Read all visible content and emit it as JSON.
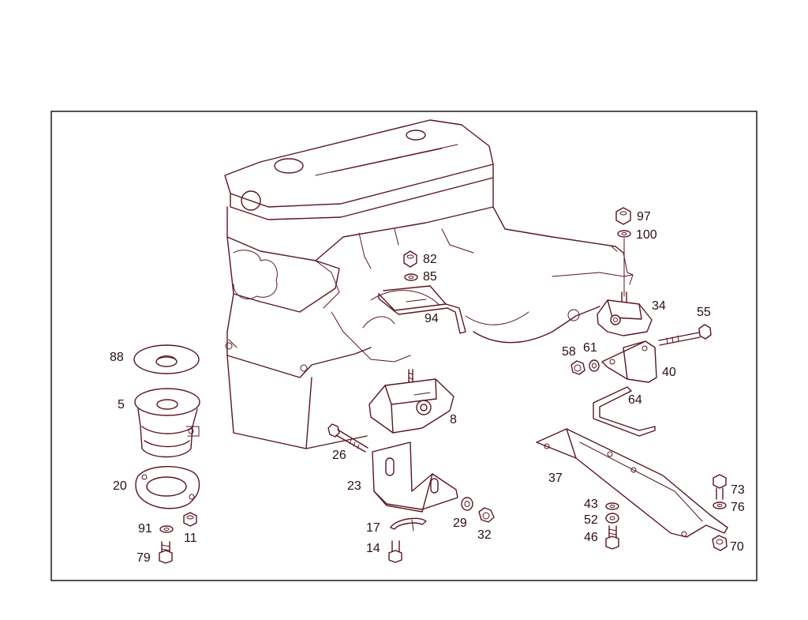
{
  "diagram": {
    "line_color": "#5a1620",
    "label_color": "#2a0e14",
    "callouts": {
      "p88": "88",
      "p5": "5",
      "p20": "20",
      "p91": "91",
      "p11": "11",
      "p79": "79",
      "p82": "82",
      "p85": "85",
      "p94": "94",
      "p8": "8",
      "p26": "26",
      "p23": "23",
      "p17": "17",
      "p14": "14",
      "p29": "29",
      "p32": "32",
      "p97": "97",
      "p100": "100",
      "p34": "34",
      "p55": "55",
      "p58": "58",
      "p61": "61",
      "p40": "40",
      "p64": "64",
      "p37": "37",
      "p43": "43",
      "p52": "52",
      "p46": "46",
      "p73": "73",
      "p76": "76",
      "p70": "70"
    }
  }
}
